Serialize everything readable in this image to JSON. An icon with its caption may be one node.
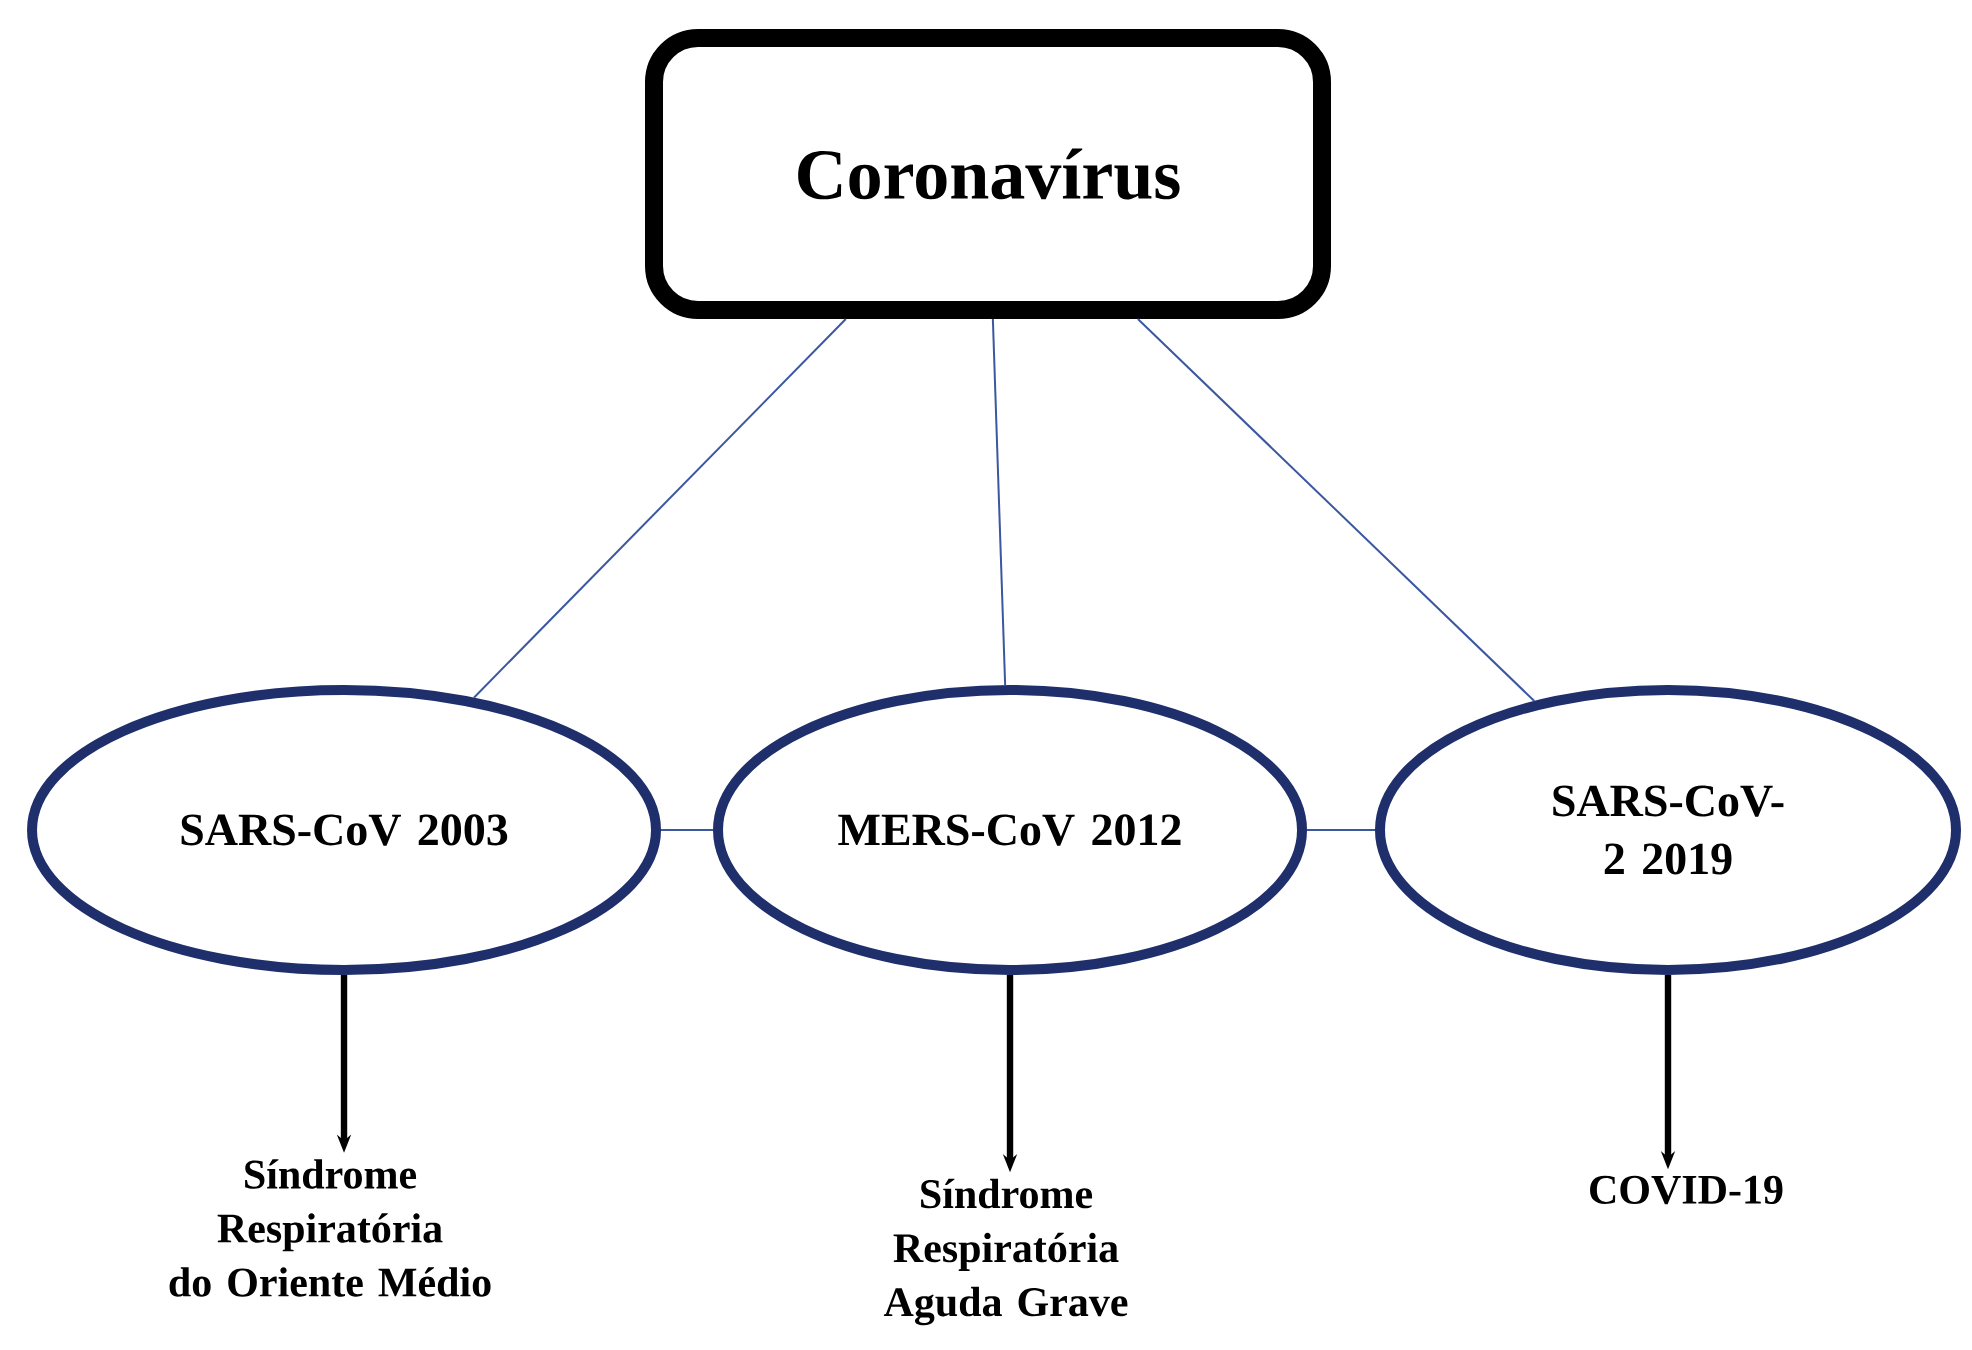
{
  "diagram": {
    "nodes": [
      {
        "text": [
          "Coronavírus"
        ]
      },
      {
        "text": [
          "SARS-CoV 2003"
        ]
      },
      {
        "text": [
          "MERS-CoV 2012"
        ]
      },
      {
        "text": [
          "SARS-CoV-2 2019"
        ]
      },
      {
        "text": [
          "Síndrome Respiratória do Oriente Médio"
        ]
      },
      {
        "text": [
          "Síndrome Respiratória Aguda Grave"
        ]
      },
      {
        "text": [
          "COVID-19"
        ]
      }
    ],
    "edges": [
      {
        "from": 0,
        "to": 1,
        "arrow": "none"
      },
      {
        "from": 0,
        "to": 2,
        "arrow": "none"
      },
      {
        "from": 0,
        "to": 3,
        "arrow": "none"
      },
      {
        "from": 1,
        "to": 2,
        "arrow": "none"
      },
      {
        "from": 2,
        "to": 3,
        "arrow": "none"
      },
      {
        "from": 1,
        "to": 4,
        "arrow": "to",
        "style": "thick",
        "color": "#000000"
      },
      {
        "from": 2,
        "to": 5,
        "arrow": "to",
        "style": "thick",
        "color": "#000000"
      },
      {
        "from": 3,
        "to": 6,
        "arrow": "to",
        "style": "thick",
        "color": "#000000"
      }
    ]
  }
}
